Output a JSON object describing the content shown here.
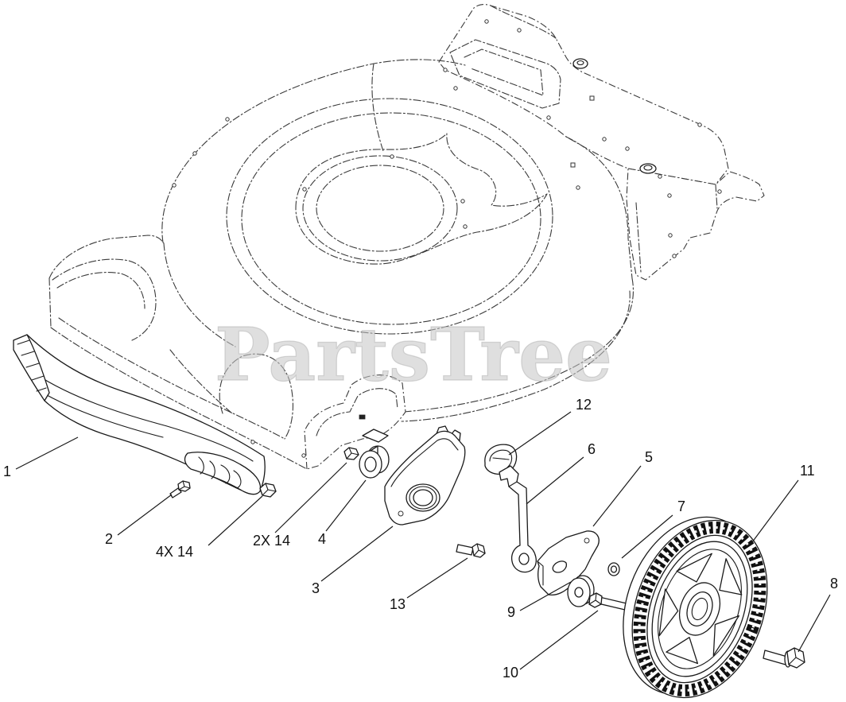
{
  "watermark": "PartsTree",
  "callouts": [
    "1",
    "2",
    "4X 14",
    "2X 14",
    "4",
    "3",
    "13",
    "12",
    "6",
    "5",
    "7",
    "11",
    "9",
    "10",
    "8"
  ]
}
